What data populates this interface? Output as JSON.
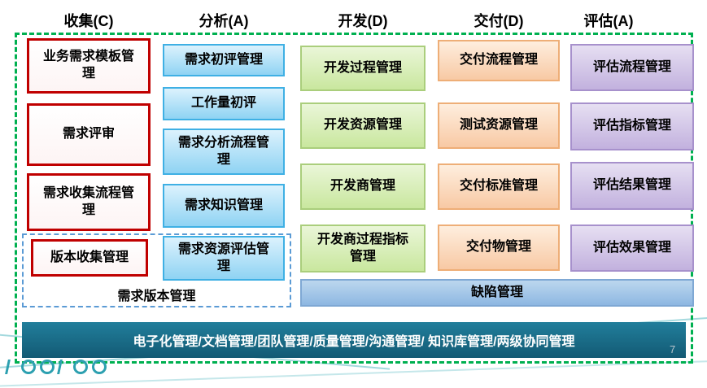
{
  "headers": {
    "collect": "收集(C)",
    "analyze": "分析(A)",
    "develop": "开发(D)",
    "deliver": "交付(D)",
    "evaluate": "评估(A)"
  },
  "collect": {
    "items": [
      "业务需求模板管理",
      "需求评审",
      "需求收集流程管理",
      "版本收集管理"
    ]
  },
  "analyze": {
    "items": [
      "需求初评管理",
      "工作量初评",
      "需求分析流程管理",
      "需求知识管理",
      "需求资源评估管理"
    ]
  },
  "develop": {
    "items": [
      "开发过程管理",
      "开发资源管理",
      "开发商管理",
      "开发商过程指标管理"
    ]
  },
  "deliver": {
    "items": [
      "交付流程管理",
      "测试资源管理",
      "交付标准管理",
      "交付物管理"
    ]
  },
  "evaluate": {
    "items": [
      "评估流程管理",
      "评估指标管理",
      "评估结果管理",
      "评估效果管理"
    ]
  },
  "groups": {
    "version_management_label": "需求版本管理",
    "defect_management": "缺陷管理"
  },
  "footer": {
    "bar_text": "电子化管理/文档管理/团队管理/质量管理/沟通管理/ 知识库管理/两级协同管理",
    "page_number": "7"
  },
  "colors": {
    "outer_dashed_border": "#00B050",
    "collect_border": "#C00000",
    "analyze_fill": "#8FD3F3",
    "develop_fill": "#C9E79E",
    "deliver_fill": "#F8C9A4",
    "evaluate_fill": "#C2B1DE",
    "defect_fill": "#8DB7E2",
    "group_dashed_border": "#5B9BD5",
    "footer_bar_fill": "#176B87"
  }
}
